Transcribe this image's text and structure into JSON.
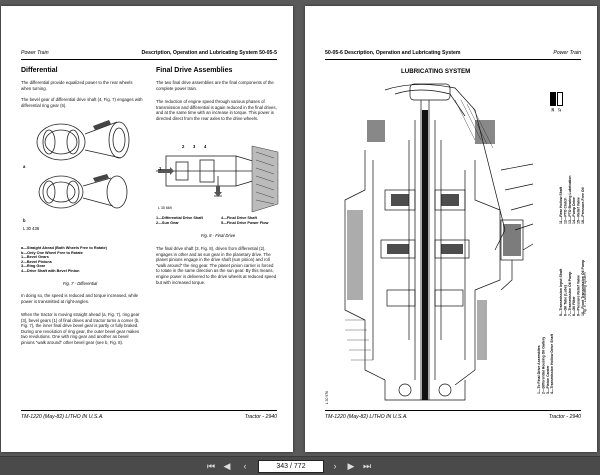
{
  "left_page": {
    "header_left": "Power Train",
    "header_right": "Description, Operation and Lubricating System     50-05-5",
    "differential_title": "Differential",
    "differential_p1": "The differential provide equalized power to the rear wheels when turning.",
    "differential_p2": "The bevel gear of differential drive shaft (4, Fig. 7) engages with differential ring gear (5).",
    "fig7_label_a": "a",
    "fig7_label_b": "b",
    "fig7_code": "L 30 436",
    "fig7_legend": [
      "a—Straight Ahead (Both Wheels Free to Rotate)",
      "b—Only One Wheel Free to Rotate",
      "1—Bevel Gears",
      "2—Bevel Pinions",
      "3—Ring Gear",
      "4—Drive Shaft with Bevel Pinion"
    ],
    "fig7_caption": "Fig. 7 - Differential",
    "diff_p3": "In doing so, the speed is reduced and torque increased, while power is transmitted at right-angles.",
    "diff_p4": "When the tractor is moving straight ahead (a, Fig. 7), ring gear (3), bevel gears (1) of final drives and tractor turns a corner (b, Fig. 7), the inner final drive bevel gear is partly or fully braked. During one revolution of ring gear, the outer bevel gear makes two revolutions. One with ring gear and another as bevel pinions \"walk around\" other bevel gear (see b, Fig. 8).",
    "final_title": "Final Drive Assemblies",
    "final_p1": "The two final drive assemblies are the final components of the complete power train.",
    "final_p2": "The reduction of engine speed through various phases of transmission and differential is again reduced in the final drives, and at the same time with an increase in torque. This power is directed direct from the rear axles to the drive wheels.",
    "fig8_numbers": [
      "2",
      "3",
      "4"
    ],
    "fig8_num1": "1",
    "fig8_code": "L 30 669",
    "fig8_legend_left": [
      "1—Differential Drive Shaft",
      "2—Sun Gear"
    ],
    "fig8_legend_right": [
      "4—Final Drive Shaft",
      "5—Final Drive Power Flow"
    ],
    "fig8_caption": "Fig. 8 - Final Drive",
    "final_p3": "The final drive shaft (3, Fig. 8), driven from differential (2), engages in other and as sun gear in the planetary drive. The planet pinions engage in the drive shaft (sun pinion) and roll \"walk around\" the ring gear. The planet pinion carrier is forced to rotate in the same direction as the sun gear. By this means, engine power is delivered to the drive wheels at reduced speed but with increased torque.",
    "footer_left": "TM-1220 (May-82)   LITHO IN U.S.A.",
    "footer_right": "Tractor - 2940"
  },
  "right_page": {
    "header_left": "50-05-6   Description, Operation and Lubricating System",
    "header_right": "Power Train",
    "title": "LUBRICATING SYSTEM",
    "key_labels": [
      "16",
      "17"
    ],
    "side_legend_1": [
      "1—To Final Drive Assemblies",
      "2—Differential Housing Oil Gallery",
      "3—Pinion Carrier",
      "4—Transmission Hollow Drive Shaft"
    ],
    "side_legend_2": [
      "5—Transmission Input Shaft",
      "6—Oil Tube (Lube)",
      "7—Transmission Oil Pump",
      "8—Oil Filter",
      "9—Pressure Relief Valve",
      "10—Front Transmission Oil Pump"
    ],
    "side_legend_3": [
      "11—Rear Hollow Shaft",
      "12—PTO Clutch",
      "13—PTO Bearing Lubrication",
      "14—Pump Drive",
      "15—Relief Valve",
      "16—Pressure-Free Oil"
    ],
    "fig9_caption": "Fig. 9 - Lubricating System",
    "fig_code": "L 30 576",
    "footer_left": "TM-1220 (May-82)   LITHO IN U.S.A.",
    "footer_right": "Tractor - 2940"
  },
  "toolbar": {
    "page_display": "343 / 772"
  }
}
